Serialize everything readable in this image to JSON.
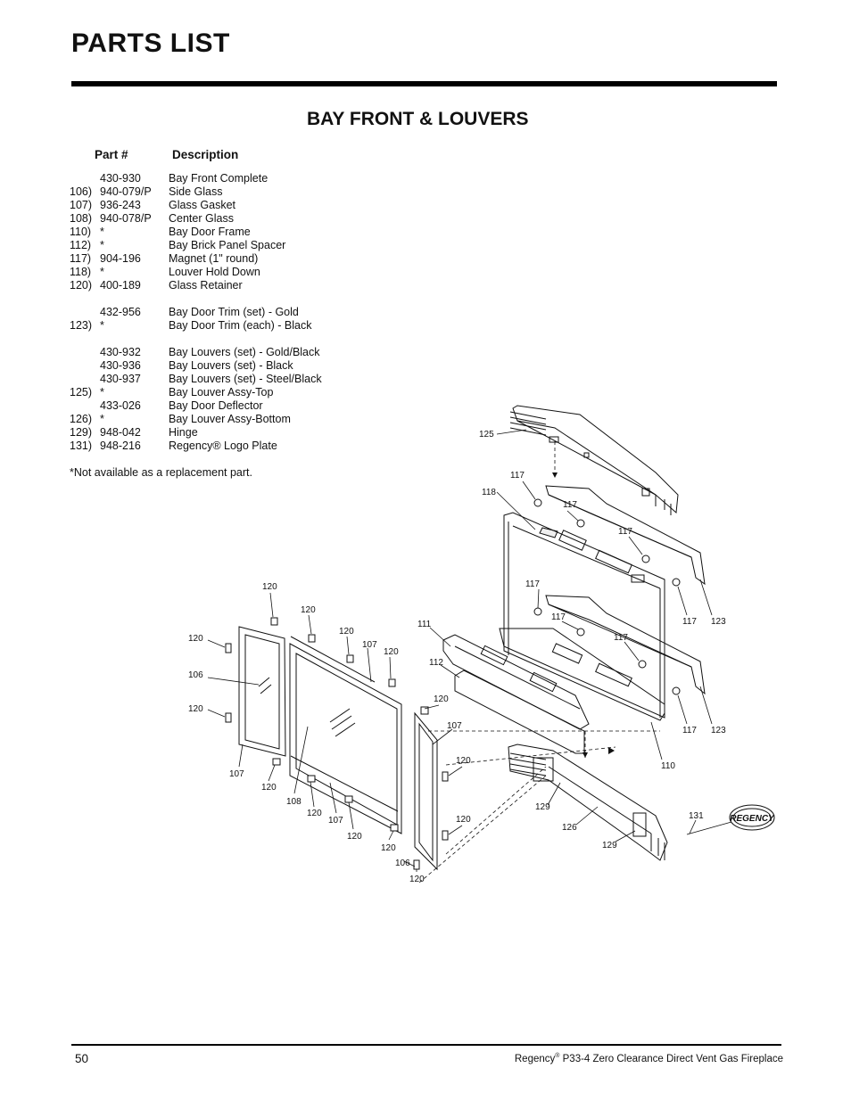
{
  "header": {
    "title": "PARTS LIST"
  },
  "section": {
    "title": "BAY FRONT & LOUVERS"
  },
  "table": {
    "columns": [
      "Part #",
      "Description"
    ],
    "rows": [
      {
        "ref": "",
        "part": "430-930",
        "desc": "Bay Front Complete"
      },
      {
        "ref": "106)",
        "part": "940-079/P",
        "desc": "Side Glass"
      },
      {
        "ref": "107)",
        "part": "936-243",
        "desc": "Glass Gasket"
      },
      {
        "ref": "108)",
        "part": "940-078/P",
        "desc": "Center Glass"
      },
      {
        "ref": "110)",
        "part": "*",
        "desc": "Bay Door Frame"
      },
      {
        "ref": "112)",
        "part": "*",
        "desc": "Bay Brick Panel Spacer"
      },
      {
        "ref": "117)",
        "part": "904-196",
        "desc": "Magnet (1\" round)"
      },
      {
        "ref": "118)",
        "part": "*",
        "desc": "Louver Hold Down"
      },
      {
        "ref": "120)",
        "part": "400-189",
        "desc": "Glass Retainer"
      },
      {
        "ref": "",
        "part": "",
        "desc": ""
      },
      {
        "ref": "",
        "part": "432-956",
        "desc": "Bay Door Trim (set) - Gold"
      },
      {
        "ref": "123)",
        "part": "*",
        "desc": "Bay Door Trim (each) - Black"
      },
      {
        "ref": "",
        "part": "",
        "desc": ""
      },
      {
        "ref": "",
        "part": "430-932",
        "desc": "Bay Louvers (set) - Gold/Black"
      },
      {
        "ref": "",
        "part": "430-936",
        "desc": "Bay Louvers (set) - Black"
      },
      {
        "ref": "",
        "part": "430-937",
        "desc": "Bay Louvers (set) - Steel/Black"
      },
      {
        "ref": "125)",
        "part": "*",
        "desc": "Bay Louver Assy-Top"
      },
      {
        "ref": "",
        "part": "433-026",
        "desc": "Bay Door Deflector"
      },
      {
        "ref": "126)",
        "part": "*",
        "desc": "Bay Louver Assy-Bottom"
      },
      {
        "ref": "129)",
        "part": "948-042",
        "desc": "Hinge"
      },
      {
        "ref": "131)",
        "part": "948-216",
        "desc": "Regency® Logo Plate"
      }
    ],
    "note": "*Not available as a replacement part."
  },
  "diagram": {
    "logo_text": "REGENCY",
    "callouts": {
      "c125": "125",
      "c117a": "117",
      "c118": "118",
      "c117b": "117",
      "c117c": "117",
      "c117d": "117",
      "c117e": "117",
      "c117f": "117",
      "c117g": "117",
      "c117h": "117",
      "c123a": "123",
      "c123b": "123",
      "c111": "111",
      "c112": "112",
      "c110": "110",
      "c120a": "120",
      "c120b": "120",
      "c120c": "120",
      "c120d": "120",
      "c120e": "120",
      "c120f": "120",
      "c120g": "120",
      "c120h": "120",
      "c120i": "120",
      "c120j": "120",
      "c120k": "120",
      "c120l": "120",
      "c120m": "120",
      "c120n": "120",
      "c106a": "106",
      "c106b": "106",
      "c107a": "107",
      "c107b": "107",
      "c107c": "107",
      "c107d": "107",
      "c108": "108",
      "c129a": "129",
      "c129b": "129",
      "c126": "126",
      "c131": "131"
    }
  },
  "footer": {
    "page_number": "50",
    "brand": "Regency",
    "reg_mark": "®",
    "product": " P33-4 Zero Clearance Direct Vent Gas Fireplace"
  }
}
